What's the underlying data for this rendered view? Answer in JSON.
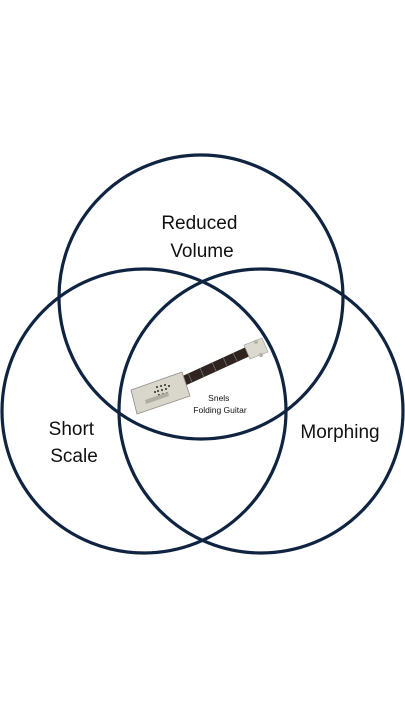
{
  "diagram": {
    "type": "venn",
    "colors": {
      "circle_stroke": "#0f2440",
      "text": "#111111",
      "guitar_body": "#d9d6cc",
      "guitar_neck": "#2f2420"
    },
    "sets": [
      {
        "id": "top",
        "label_lines": [
          "Reduced",
          "Volume"
        ]
      },
      {
        "id": "left",
        "label_lines": [
          "Short",
          "Scale"
        ]
      },
      {
        "id": "right",
        "label_lines": [
          "Morphing"
        ]
      }
    ],
    "center": {
      "image": "snels-folding-guitar-photo",
      "label_lines": [
        "Snels",
        "Folding Guitar"
      ]
    }
  }
}
